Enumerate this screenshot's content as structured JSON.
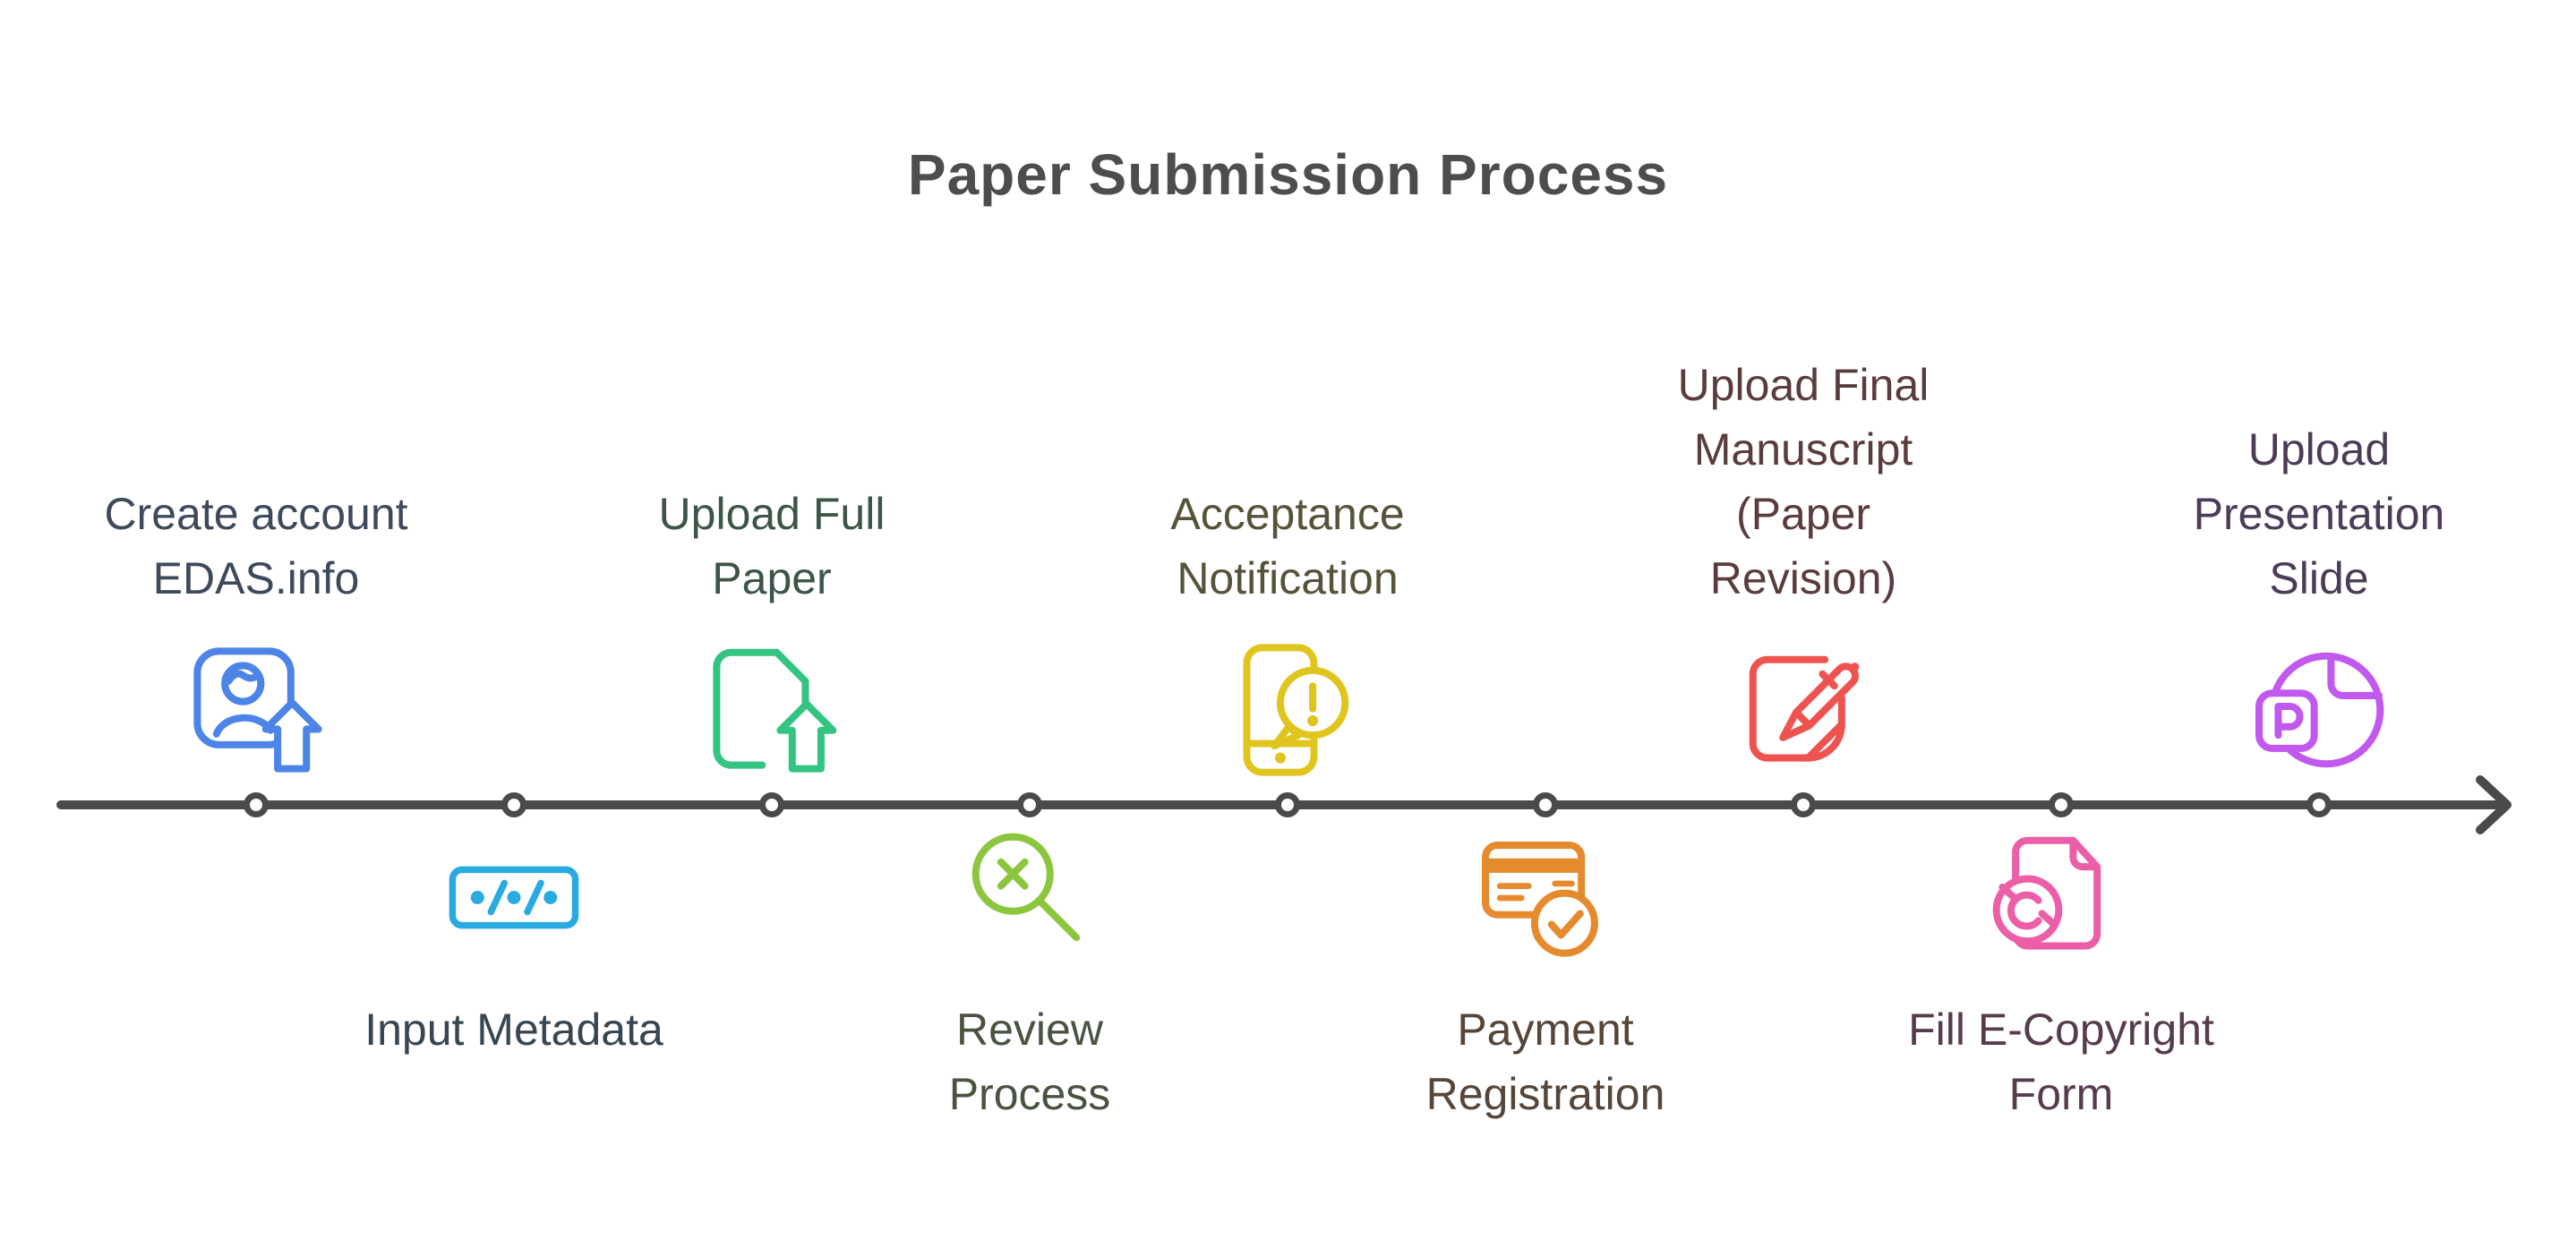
{
  "title": "Paper Submission Process",
  "colors": {
    "background": "#ffffff",
    "title_text": "#4d4d4d",
    "timeline": "#4a4a4a",
    "node_fill": "#ffffff"
  },
  "timeline": {
    "node_count": 9,
    "arrow_icon": "right-arrowhead-icon"
  },
  "steps": [
    {
      "id": "create-account",
      "label": "Create account EDAS.info",
      "lines": [
        "Create account",
        "EDAS.info"
      ],
      "position": "above",
      "icon": "account-upload-icon",
      "icon_color": "#4d84e8",
      "text_color": "#3e4a5c"
    },
    {
      "id": "input-metadata",
      "label": "Input Metadata",
      "lines": [
        "Input Metadata"
      ],
      "position": "below",
      "icon": "metadata-code-icon",
      "icon_color": "#29abe2",
      "text_color": "#374650"
    },
    {
      "id": "upload-full-paper",
      "label": "Upload Full Paper",
      "lines": [
        "Upload Full",
        "Paper"
      ],
      "position": "above",
      "icon": "document-upload-icon",
      "icon_color": "#33c481",
      "text_color": "#3b5547"
    },
    {
      "id": "review-process",
      "label": "Review Process",
      "lines": [
        "Review",
        "Process"
      ],
      "position": "below",
      "icon": "magnifier-x-icon",
      "icon_color": "#8cc63f",
      "text_color": "#4a5240"
    },
    {
      "id": "acceptance-notification",
      "label": "Acceptance Notification",
      "lines": [
        "Acceptance",
        "Notification"
      ],
      "position": "above",
      "icon": "phone-alert-icon",
      "icon_color": "#e0c51e",
      "text_color": "#56533a"
    },
    {
      "id": "payment-registration",
      "label": "Payment Registration",
      "lines": [
        "Payment",
        "Registration"
      ],
      "position": "below",
      "icon": "credit-card-check-icon",
      "icon_color": "#e68a2e",
      "text_color": "#554639"
    },
    {
      "id": "upload-final-manuscript",
      "label": "Upload Final Manuscript (Paper Revision)",
      "lines": [
        "Upload Final",
        "Manuscript",
        "(Paper",
        "Revision)"
      ],
      "position": "above",
      "icon": "document-pen-icon",
      "icon_color": "#ef5350",
      "text_color": "#5a3c3e"
    },
    {
      "id": "fill-e-copyright-form",
      "label": "Fill E-Copyright Form",
      "lines": [
        "Fill E-Copyright",
        "Form"
      ],
      "position": "below",
      "icon": "copyright-document-icon",
      "icon_color": "#ec5fa8",
      "text_color": "#573c4e"
    },
    {
      "id": "upload-presentation-slide",
      "label": "Upload Presentation Slide",
      "lines": [
        "Upload",
        "Presentation",
        "Slide"
      ],
      "position": "above",
      "icon": "powerpoint-icon",
      "icon_color": "#c159ef",
      "text_color": "#4b3c57"
    }
  ]
}
